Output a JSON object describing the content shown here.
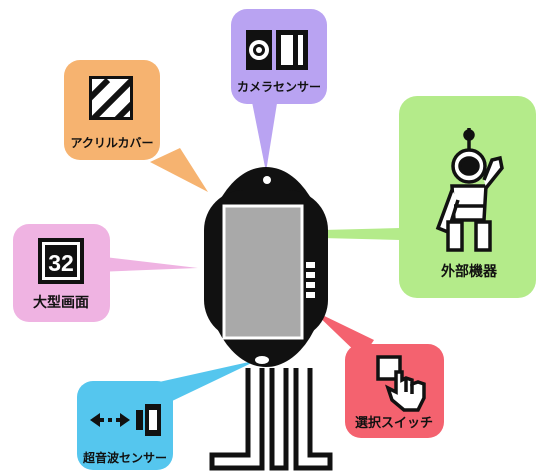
{
  "colors": {
    "camera": "#b9a3f2",
    "acrylic": "#f6b370",
    "external": "#b4eb8a",
    "display": "#efb3e2",
    "ultrasonic": "#55c6ee",
    "switch": "#f4626f",
    "outline": "#111111",
    "screen": "#a9a9a9"
  },
  "callouts": {
    "camera": {
      "label": "カメラセンサー",
      "icon": "camera-icon"
    },
    "acrylic": {
      "label": "アクリルカバー",
      "icon": "hatched-square-icon"
    },
    "external": {
      "label": "外部機器",
      "icon": "robot-icon"
    },
    "display": {
      "label": "大型画面",
      "icon": "number-32-icon",
      "icon_text": "32"
    },
    "ultrasonic": {
      "label": "超音波センサー",
      "icon": "ultrasonic-sensor-icon"
    },
    "switch": {
      "label": "選択スイッチ",
      "icon": "pointing-hand-icon"
    }
  }
}
